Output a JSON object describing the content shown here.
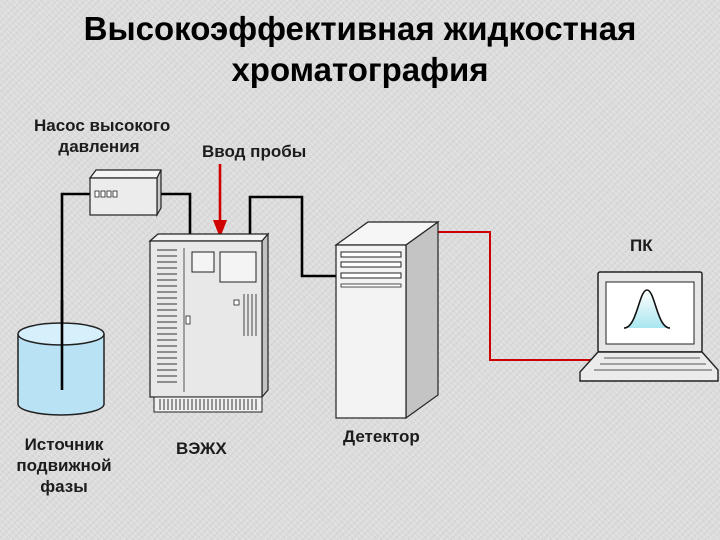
{
  "title": {
    "line1": "Высокоэффективная жидкостная",
    "line2": "хроматография"
  },
  "labels": {
    "pump": {
      "line1": "Насос высокого",
      "line2": "давления"
    },
    "injector": "Ввод пробы",
    "pc": "ПК",
    "source": {
      "line1": "Источник",
      "line2": "подвижной",
      "line3": "фазы"
    },
    "hplc": "ВЭЖХ",
    "detector": "Детектор"
  },
  "colors": {
    "flow_line": "#000000",
    "injection_arrow": "#d00000",
    "signal_line": "#cc0000",
    "liquid": "#b9e3f4",
    "peak_fill": "#a8e6ef",
    "equipment": "#e8e8e8"
  }
}
